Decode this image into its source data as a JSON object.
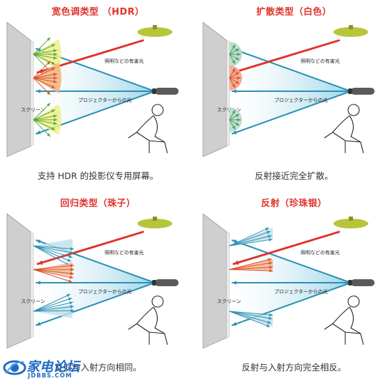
{
  "panels": [
    {
      "title": "宽色调类型 （HDR）",
      "caption": "支持 HDR 的投影仪专用屏幕。",
      "kind": "hdr",
      "labels": {
        "light": "照明などの有害光",
        "projector": "プロジェクターからの光",
        "screen": "スクリーン"
      }
    },
    {
      "title": "扩散类型（白色）",
      "caption": "反射接近完全扩散。",
      "kind": "diffuse",
      "labels": {
        "light": "照明などの有害光",
        "projector": "プロジェクターからの光",
        "screen": "スクリーン"
      }
    },
    {
      "title": "回归类型（珠子）",
      "caption": "反射与入射方向相同。",
      "kind": "retro",
      "labels": {
        "light": "照明などの有害光",
        "projector": "プロジェクターからの光",
        "screen": "スクリーン"
      }
    },
    {
      "title": "反射（珍珠银）",
      "caption": "反射与入射方向完全相反。",
      "kind": "mirror",
      "labels": {
        "light": "照明などの有害光",
        "projector": "プロジェクターからの光",
        "screen": "スクリーン"
      }
    }
  ],
  "watermark": {
    "name": "家电论坛",
    "url": "JDBBS.COM"
  },
  "colors": {
    "title": "#e0322b",
    "projector_beam": "#2b8fb3",
    "harmful_light": "#e0322b",
    "lamp": "#b7c53a",
    "screen": "#d8d8d8"
  }
}
